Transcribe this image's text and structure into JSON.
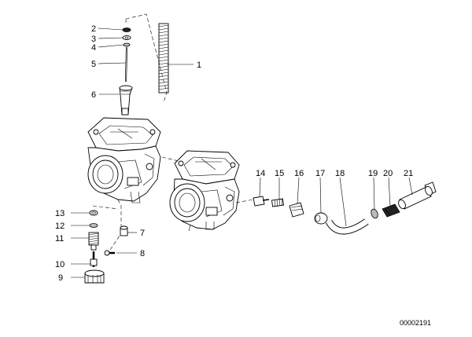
{
  "drawing_number": "00002191",
  "callouts": [
    {
      "id": "c1",
      "label": "1"
    },
    {
      "id": "c2",
      "label": "2"
    },
    {
      "id": "c3",
      "label": "3"
    },
    {
      "id": "c4",
      "label": "4"
    },
    {
      "id": "c5",
      "label": "5"
    },
    {
      "id": "c6",
      "label": "6"
    },
    {
      "id": "c7",
      "label": "7"
    },
    {
      "id": "c8",
      "label": "8"
    },
    {
      "id": "c9",
      "label": "9"
    },
    {
      "id": "c10",
      "label": "10"
    },
    {
      "id": "c11",
      "label": "11"
    },
    {
      "id": "c12",
      "label": "12"
    },
    {
      "id": "c13",
      "label": "13"
    },
    {
      "id": "c14",
      "label": "14"
    },
    {
      "id": "c15",
      "label": "15"
    },
    {
      "id": "c16",
      "label": "16"
    },
    {
      "id": "c17",
      "label": "17"
    },
    {
      "id": "c18",
      "label": "18"
    },
    {
      "id": "c19",
      "label": "19"
    },
    {
      "id": "c20",
      "label": "20"
    },
    {
      "id": "c21",
      "label": "21"
    }
  ]
}
